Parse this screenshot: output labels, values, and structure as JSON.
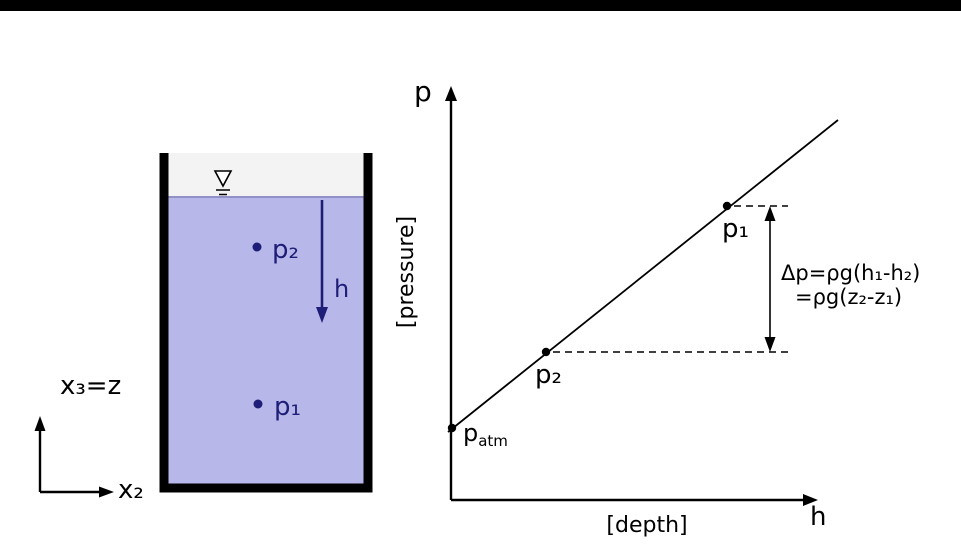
{
  "colors": {
    "liquid": "#b7b7e9",
    "air_gap": "#f3f3f3",
    "surface_line": "#9191c8",
    "annotation": "#1e1e78",
    "ink": "#000000",
    "top_bar": "#000000",
    "background": "#ffffff"
  },
  "tank": {
    "p2_label": "p₂",
    "p1_label": "p₁",
    "h_label": "h"
  },
  "coords": {
    "x3z_label": "x₃=z",
    "x2_label": "x₂"
  },
  "graph": {
    "p_axis_label": "p",
    "pressure_caption": "[pressure]",
    "depth_caption": "[depth]",
    "h_axis_label": "h",
    "patm_main": "p",
    "patm_sub": "atm",
    "p2_label": "p₂",
    "p1_label": "p₁",
    "formula_line1": "Δp=ρg(h₁-h₂)",
    "formula_line2": "=ρg(z₂-z₁)"
  }
}
